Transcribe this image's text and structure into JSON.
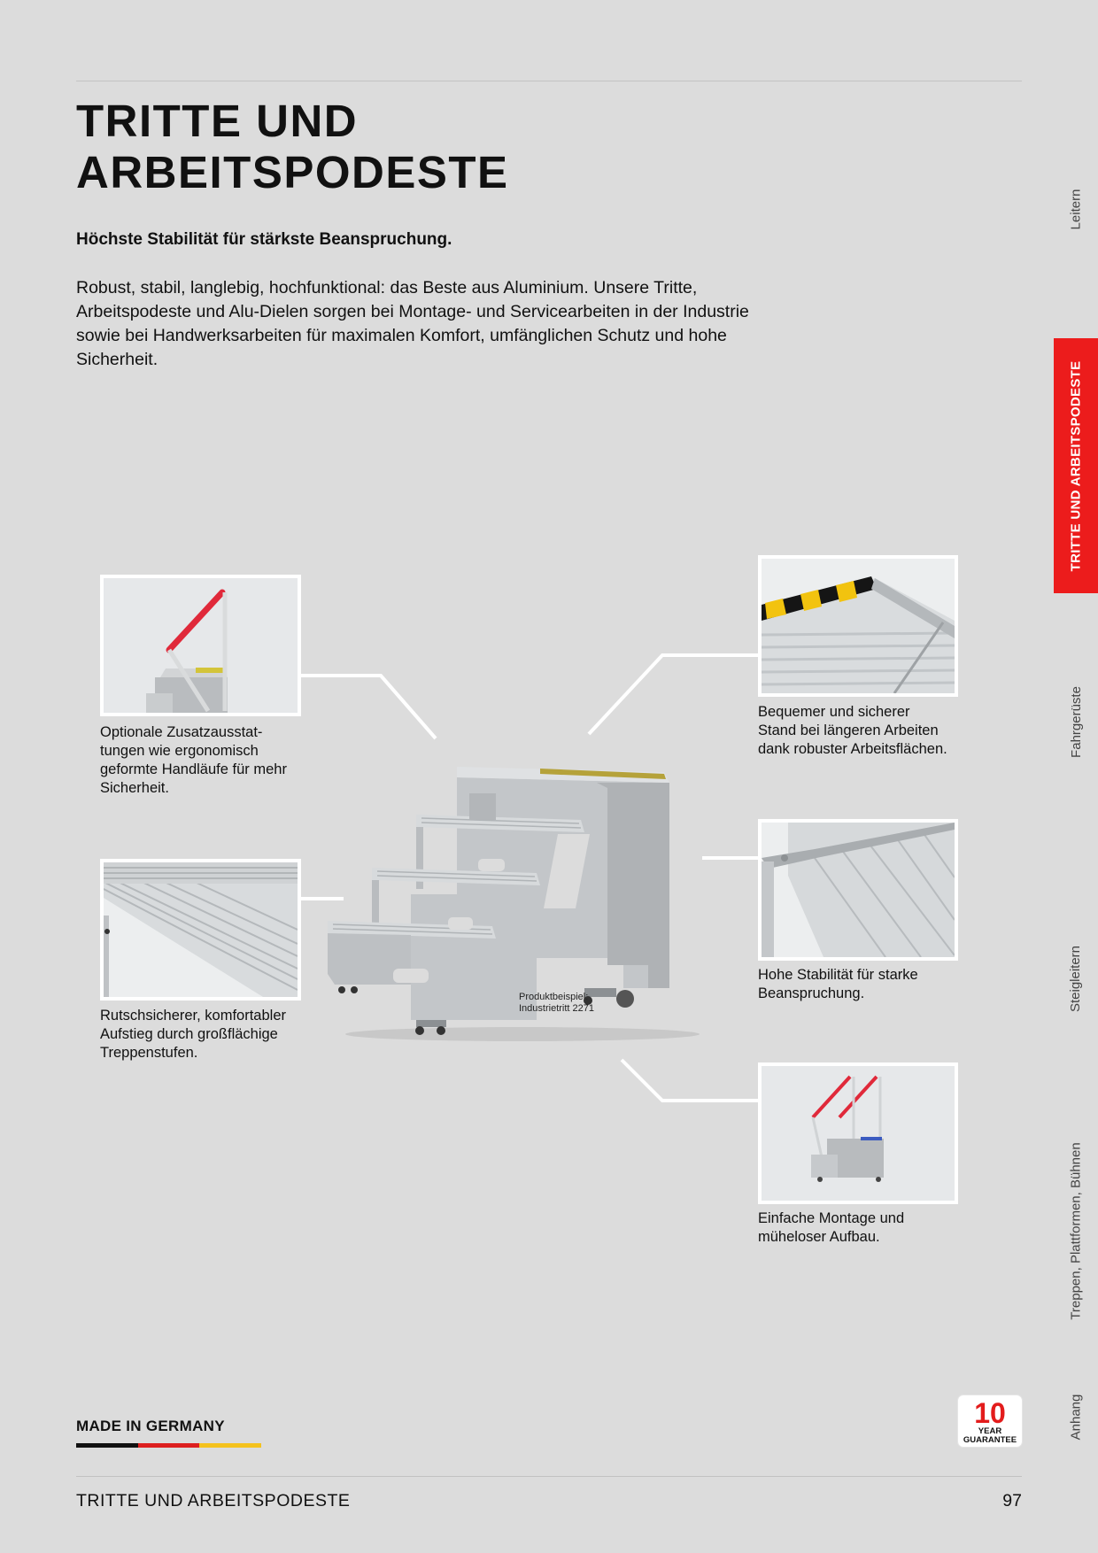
{
  "header": {
    "title_lines": [
      "TRITTE UND",
      "ARBEITSPODESTE"
    ],
    "subtitle": "Höchste Stabilität für stärkste Beanspruchung.",
    "intro": "Robust, stabil, langlebig, hochfunktional: das Beste aus Aluminium. Unsere Tritte, Arbeitspodeste und Alu-Dielen sorgen bei Montage- und Servicearbeiten in der Industrie sowie bei Handwerksarbeiten für maximalen Komfort, umfänglichen Schutz und hohe Sicherheit."
  },
  "side_nav": {
    "items": [
      {
        "label": "Leitern",
        "active": false
      },
      {
        "label": "TRITTE UND ARBEITSPODESTE",
        "active": true
      },
      {
        "label": "Fahrgerüste",
        "active": false
      },
      {
        "label": "Steigleitern",
        "active": false
      },
      {
        "label": "Treppen, Plattformen, Bühnen",
        "active": false
      },
      {
        "label": "Anhang",
        "active": false
      }
    ],
    "active_color": "#ec1c1c"
  },
  "features": [
    {
      "caption_lines": [
        "Optionale Zusatzausstat-",
        "tungen wie ergonomisch",
        "geformte Handläufe für mehr",
        "Sicherheit."
      ]
    },
    {
      "caption_lines": [
        "Rutschsicherer, komfortabler",
        "Aufstieg durch großflächige",
        "Treppenstufen."
      ]
    },
    {
      "caption_lines": [
        "Bequemer und sicherer",
        "Stand bei längeren Arbeiten",
        "dank robuster Arbeitsflächen."
      ]
    },
    {
      "caption_lines": [
        "Hohe Stabilität für starke",
        "Beanspruchung."
      ]
    },
    {
      "caption_lines": [
        "Einfache Montage und",
        "müheloser Aufbau."
      ]
    }
  ],
  "product": {
    "label_lines": [
      "Produktbeispiel:",
      "Industrietritt 2271"
    ]
  },
  "footer": {
    "made_in": "MADE IN GERMANY",
    "flag_colors": [
      "#111111",
      "#dd1f1f",
      "#f4c21d"
    ],
    "badge": {
      "number": "10",
      "line1": "YEAR",
      "line2": "GUARANTEE"
    },
    "section_title": "TRITTE UND ARBEITSPODESTE",
    "page_number": "97"
  },
  "colors": {
    "background": "#dcdcdc",
    "accent": "#ec1c1c",
    "handrail": "#e0293a",
    "warning_yellow": "#f2c30f"
  }
}
